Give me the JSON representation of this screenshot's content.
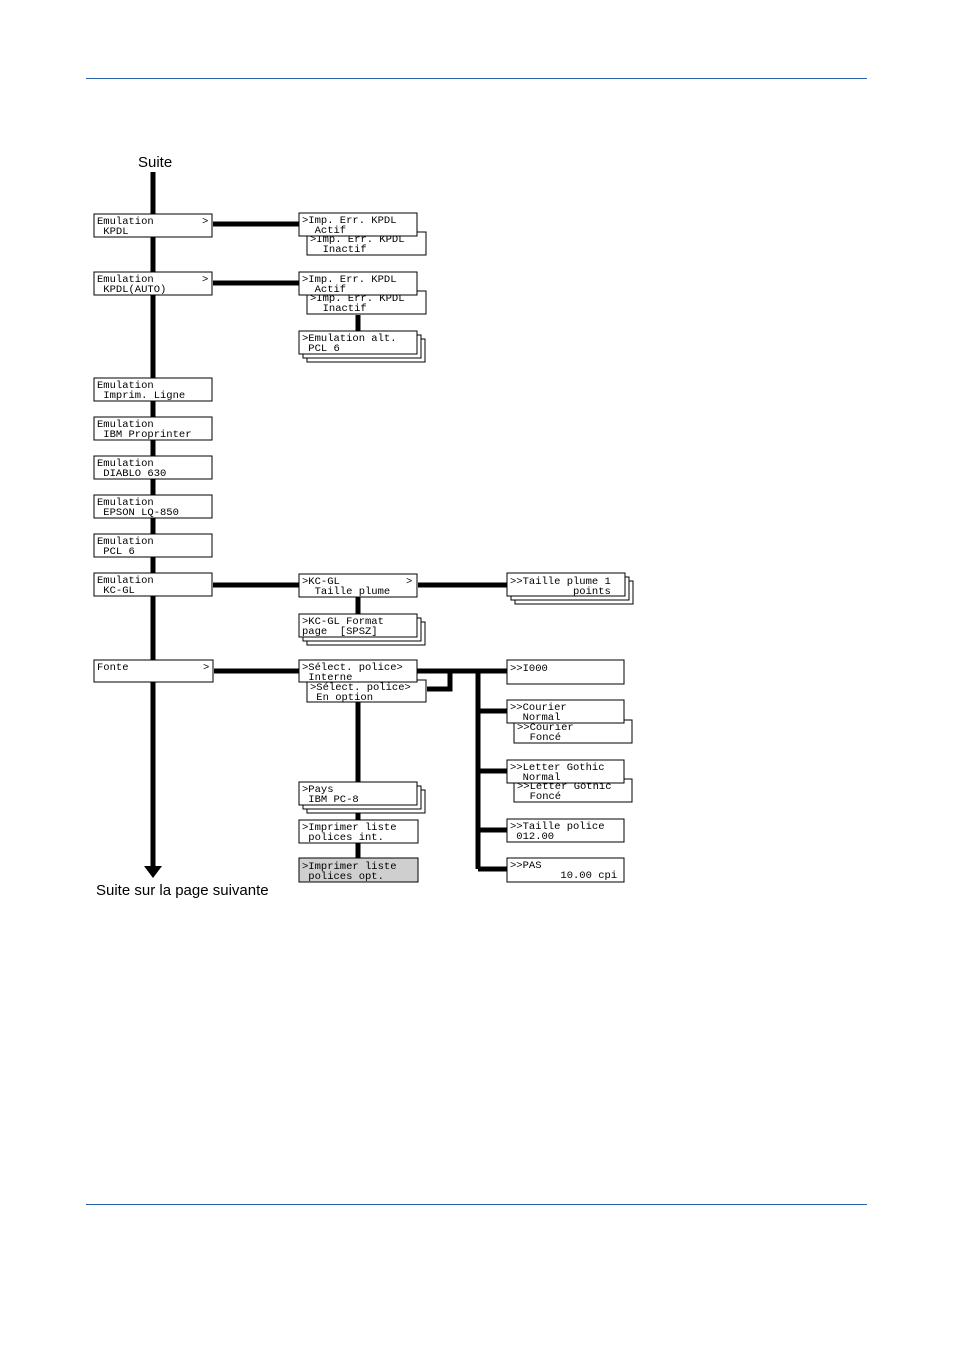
{
  "diagram": {
    "start_label": "Suite",
    "end_label": "Suite sur la page suivante",
    "main": [
      {
        "l1": "Emulation",
        "l2": " KPDL",
        "arrow": ">"
      },
      {
        "l1": "Emulation",
        "l2": " KPDL(AUTO)",
        "arrow": ">"
      },
      {
        "l1": "Emulation",
        "l2": " Imprim. Ligne",
        "arrow": ""
      },
      {
        "l1": "Emulation",
        "l2": " IBM Proprinter",
        "arrow": ""
      },
      {
        "l1": "Emulation",
        "l2": " DIABLO 630",
        "arrow": ""
      },
      {
        "l1": "Emulation",
        "l2": " EPSON LQ-850",
        "arrow": ""
      },
      {
        "l1": "Emulation",
        "l2": " PCL 6",
        "arrow": ""
      },
      {
        "l1": "Emulation",
        "l2": " KC-GL",
        "arrow": ""
      },
      {
        "l1": "Fonte",
        "l2": "",
        "arrow": ">"
      }
    ],
    "sub": {
      "kpdl_front": {
        "l1": ">Imp. Err. KPDL",
        "l2": "  Actif"
      },
      "kpdl_back": {
        "l1": ">Imp. Err. KPDL",
        "l2": "  Inactif"
      },
      "auto_front": {
        "l1": ">Imp. Err. KPDL",
        "l2": "  Actif"
      },
      "auto_back": {
        "l1": ">Imp. Err. KPDL",
        "l2": "  Inactif"
      },
      "alt_emul": {
        "l1": ">Emulation alt.",
        "l2": " PCL 6"
      },
      "kcgl_pen": {
        "l1": ">KC-GL",
        "l2": "  Taille plume",
        "arrow": ">"
      },
      "kcgl_page": {
        "l1": ">KC-GL Format",
        "l2": "page  [SPSZ]"
      },
      "pen_size": {
        "l1": ">>Taille plume 1",
        "l2": "          points"
      },
      "font_int": {
        "l1": ">Sélect. police>",
        "l2": " Interne"
      },
      "font_opt": {
        "l1": ">Sélect. police>",
        "l2": " En option"
      },
      "pays": {
        "l1": ">Pays",
        "l2": " IBM PC-8"
      },
      "print_int": {
        "l1": ">Imprimer liste",
        "l2": " polices int."
      },
      "print_opt": {
        "l1": ">Imprimer liste",
        "l2": " polices opt."
      },
      "i000": {
        "l1": ">>I000",
        "l2": ""
      },
      "courier_n": {
        "l1": ">>Courier",
        "l2": "  Normal"
      },
      "courier_f": {
        "l1": ">>Courier",
        "l2": "  Foncé"
      },
      "letter_n": {
        "l1": ">>Letter Gothic",
        "l2": "  Normal"
      },
      "letter_f": {
        "l1": ">>Letter Gothic",
        "l2": "  Foncé"
      },
      "font_size": {
        "l1": ">>Taille police",
        "l2": " 012.00"
      },
      "pas": {
        "l1": ">>PAS",
        "l2": "        10.00 cpi"
      }
    }
  }
}
